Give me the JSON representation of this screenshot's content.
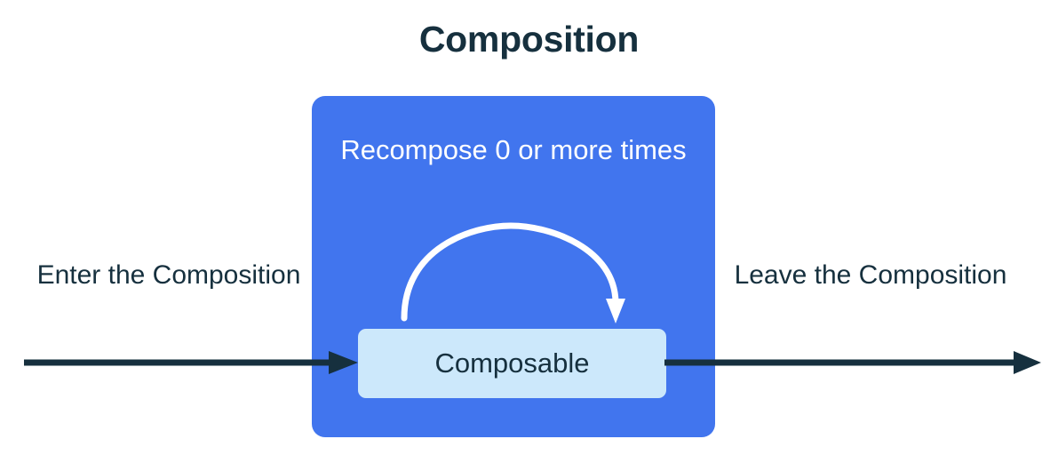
{
  "diagram": {
    "title": "Composition",
    "type": "flow-diagram",
    "background_color": "#ffffff",
    "title_color": "#16303e"
  },
  "composition_box": {
    "fill_color": "#4175ee",
    "recompose_label": "Recompose 0 or more times",
    "recompose_label_color": "#ffffff",
    "recompose_arrow_name": "recompose-loop-arrow",
    "recompose_arrow_color": "#ffffff"
  },
  "composable_box": {
    "label": "Composable",
    "fill_color": "#cce8fb",
    "label_color": "#16303e"
  },
  "flow": {
    "enter_caption": "Enter the Composition",
    "leave_caption": "Leave the Composition",
    "arrow_color": "#16303e",
    "enter_arrow_name": "enter-composition-arrow",
    "leave_arrow_name": "leave-composition-arrow"
  }
}
